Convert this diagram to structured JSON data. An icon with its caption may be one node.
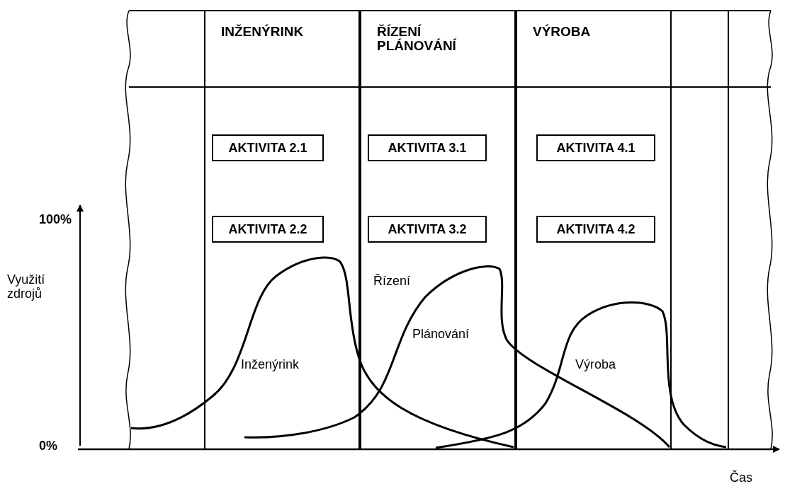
{
  "diagram": {
    "nodes": [
      {
        "text": [
          "INŽENÝRINK"
        ]
      },
      {
        "text": [
          "ŘÍZENÍ PLÁNOVÁNÍ"
        ]
      },
      {
        "text": [
          "VÝROBA"
        ]
      },
      {
        "text": [
          "AKTIVITA 2.1"
        ],
        "in": 0
      },
      {
        "text": [
          "AKTIVITA 3.1"
        ],
        "in": 1
      },
      {
        "text": [
          "AKTIVITA 4.1"
        ],
        "in": 2
      },
      {
        "text": [
          "AKTIVITA 2.2"
        ],
        "in": 0
      },
      {
        "text": [
          "AKTIVITA 3.2"
        ],
        "in": 1
      },
      {
        "text": [
          "AKTIVITA 4.2"
        ],
        "in": 2
      }
    ],
    "edges": [],
    "labels": [
      "100%",
      "Využití zdrojů",
      "Řízení",
      "Inženýrink",
      "Plánování",
      "Výroba",
      "0%",
      "Čas"
    ]
  }
}
